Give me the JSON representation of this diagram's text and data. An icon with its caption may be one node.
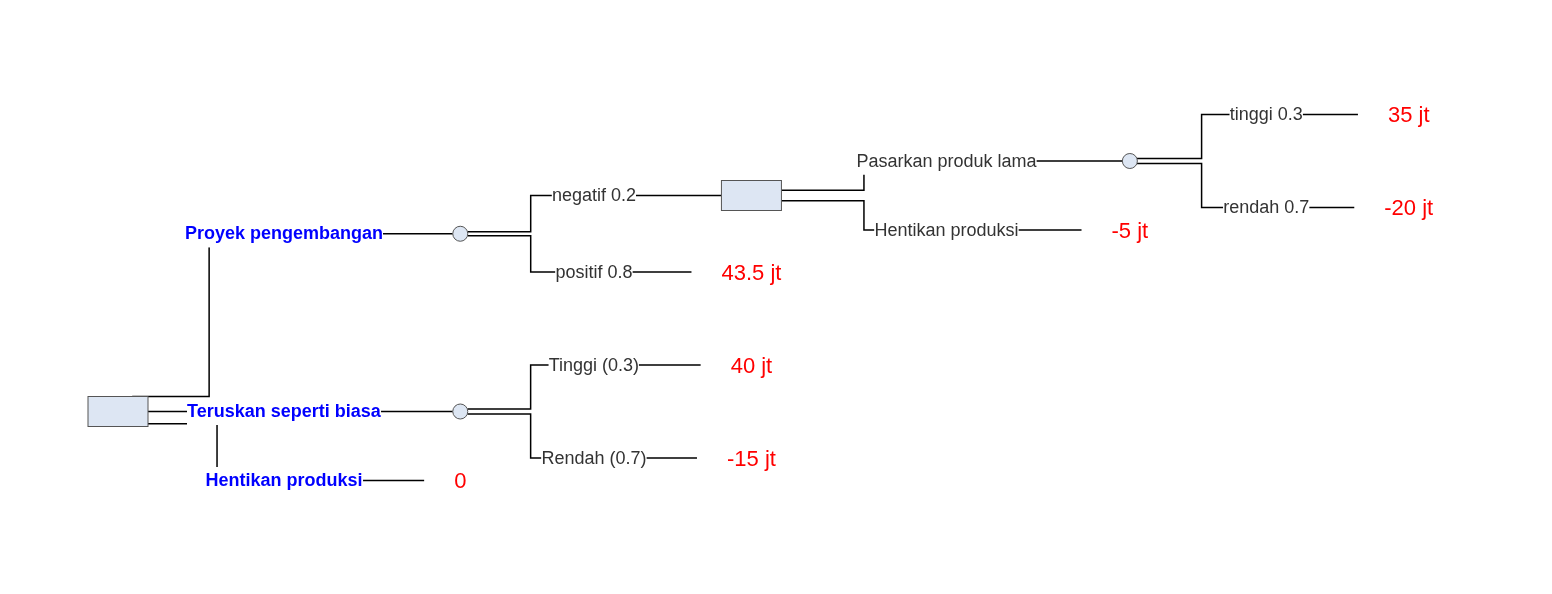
{
  "diagram": {
    "nodes": [
      {
        "text": [],
        "shape": "box"
      },
      {
        "text": [],
        "shape": "circle"
      },
      {
        "text": [],
        "shape": "box"
      },
      {
        "text": [],
        "shape": "circle"
      },
      {
        "text": [],
        "shape": "circle"
      },
      {
        "text": [
          "43.5 jt"
        ]
      },
      {
        "text": [
          "35 jt"
        ]
      },
      {
        "text": [
          "-20 jt"
        ]
      },
      {
        "text": [
          "-5 jt"
        ]
      },
      {
        "text": [
          "0"
        ]
      },
      {
        "text": [
          "40 jt"
        ]
      },
      {
        "text": [
          "-15 jt"
        ]
      }
    ],
    "edges": [
      {
        "from": 0,
        "to": 1,
        "arrow": "none",
        "label": "Proyek pengembangan"
      },
      {
        "from": 1,
        "to": 5,
        "arrow": "none",
        "label": "positif 0.8"
      },
      {
        "from": 1,
        "to": 2,
        "arrow": "none",
        "label": "negatif 0.2"
      },
      {
        "from": 2,
        "to": 3,
        "arrow": "none",
        "label": "Pasarkan produk lama"
      },
      {
        "from": 3,
        "to": 6,
        "arrow": "none",
        "label": "tinggi 0.3"
      },
      {
        "from": 3,
        "to": 7,
        "arrow": "none",
        "label": "rendah 0.7"
      },
      {
        "from": 2,
        "to": 8,
        "arrow": "none",
        "label": "Hentikan produksi"
      },
      {
        "from": 0,
        "to": 9,
        "arrow": "none",
        "label": "Hentikan produksi"
      },
      {
        "from": 0,
        "to": 4,
        "arrow": "none",
        "label": "Teruskan seperti biasa"
      },
      {
        "from": 4,
        "to": 10,
        "arrow": "none",
        "label": "Tinggi (0.3)"
      },
      {
        "from": 4,
        "to": 11,
        "arrow": "none",
        "label": "Rendah (0.7)"
      }
    ]
  }
}
